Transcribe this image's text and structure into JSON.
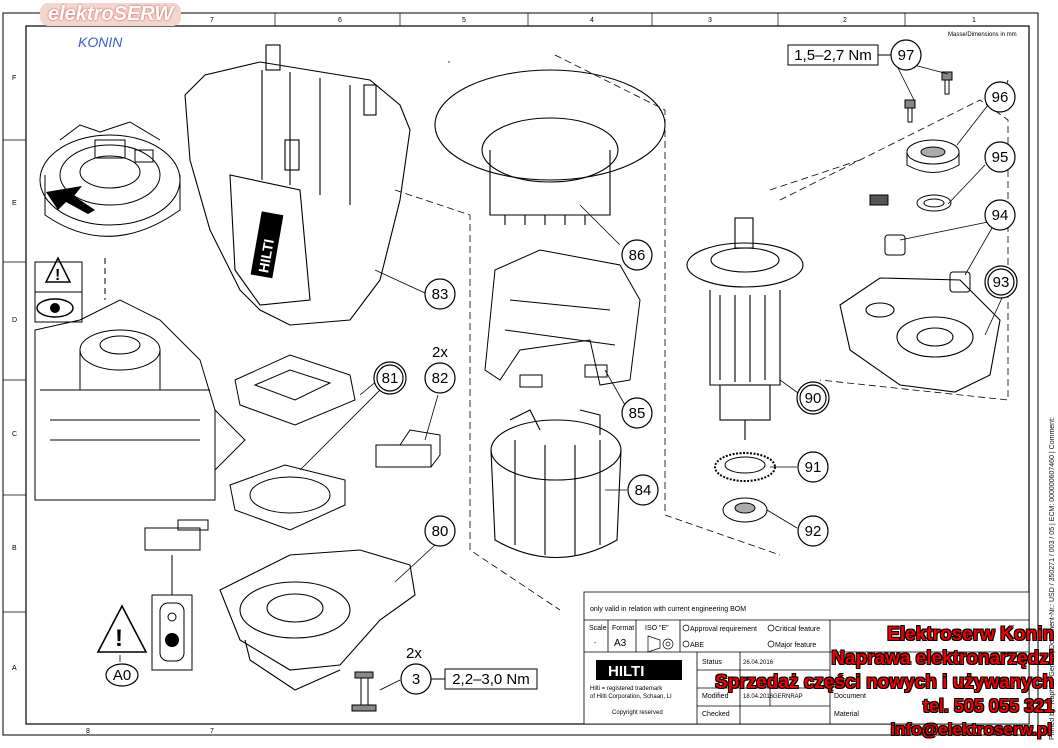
{
  "watermark": {
    "brand": "elektroSERW",
    "city": "KONIN"
  },
  "border": {
    "top_cols": [
      "8",
      "7",
      "6",
      "5",
      "4",
      "3",
      "2",
      "1"
    ],
    "bottom_cols": [
      "8",
      "7"
    ],
    "rows": [
      "F",
      "E",
      "D",
      "C",
      "B",
      "A"
    ]
  },
  "units_note": "Masse/Dimensions in mm",
  "side_text": "Printed by: Raphael Gerner | Document-Nr.: USD / 350271 / 003 / 05 | ECM: 000000607460 | Comment:",
  "torque_top": "1,5–2,7 Nm",
  "torque_bottom": "2,2–3,0 Nm",
  "qty_82": "2x",
  "qty_3": "2x",
  "callouts": {
    "c97": "97",
    "c96": "96",
    "c95": "95",
    "c94": "94",
    "c93": "93",
    "c86": "86",
    "c83": "83",
    "c81": "81",
    "c82": "82",
    "c85": "85",
    "c90": "90",
    "c91": "91",
    "c92": "92",
    "c84": "84",
    "c80": "80",
    "c3": "3",
    "cA0": "A0"
  },
  "brand_logo": "HILTI",
  "title_block": {
    "note": "only valid in relation with current engineering BOM",
    "scale_label": "Scale",
    "scale_value": "-",
    "format_label": "Format",
    "format_value": "A3",
    "iso_label": "ISO \"E\"",
    "approval": "Approval requirement",
    "abe": "ABE",
    "critical": "Critical feature",
    "major": "Major feature",
    "status": "Status",
    "status_date": "26.04.2016",
    "modified": "Modified",
    "modified_date": "18.04.2016",
    "modified_by": "GERNRAP",
    "checked": "Checked",
    "document": "Document",
    "material": "Material",
    "owner_line1": "Hilti = registered trademark",
    "owner_line2": "of Hilti Corporation, Schaan, LI",
    "copyright": "Copyright reserved"
  },
  "promo": {
    "line1": "Elektroserw Konin",
    "line2": "Naprawa elektronarzędzi",
    "line3": "Sprzedaż części nowych i używanych",
    "line4": "tel. 505 055 321",
    "line5": "info@elektroserw.pl"
  }
}
